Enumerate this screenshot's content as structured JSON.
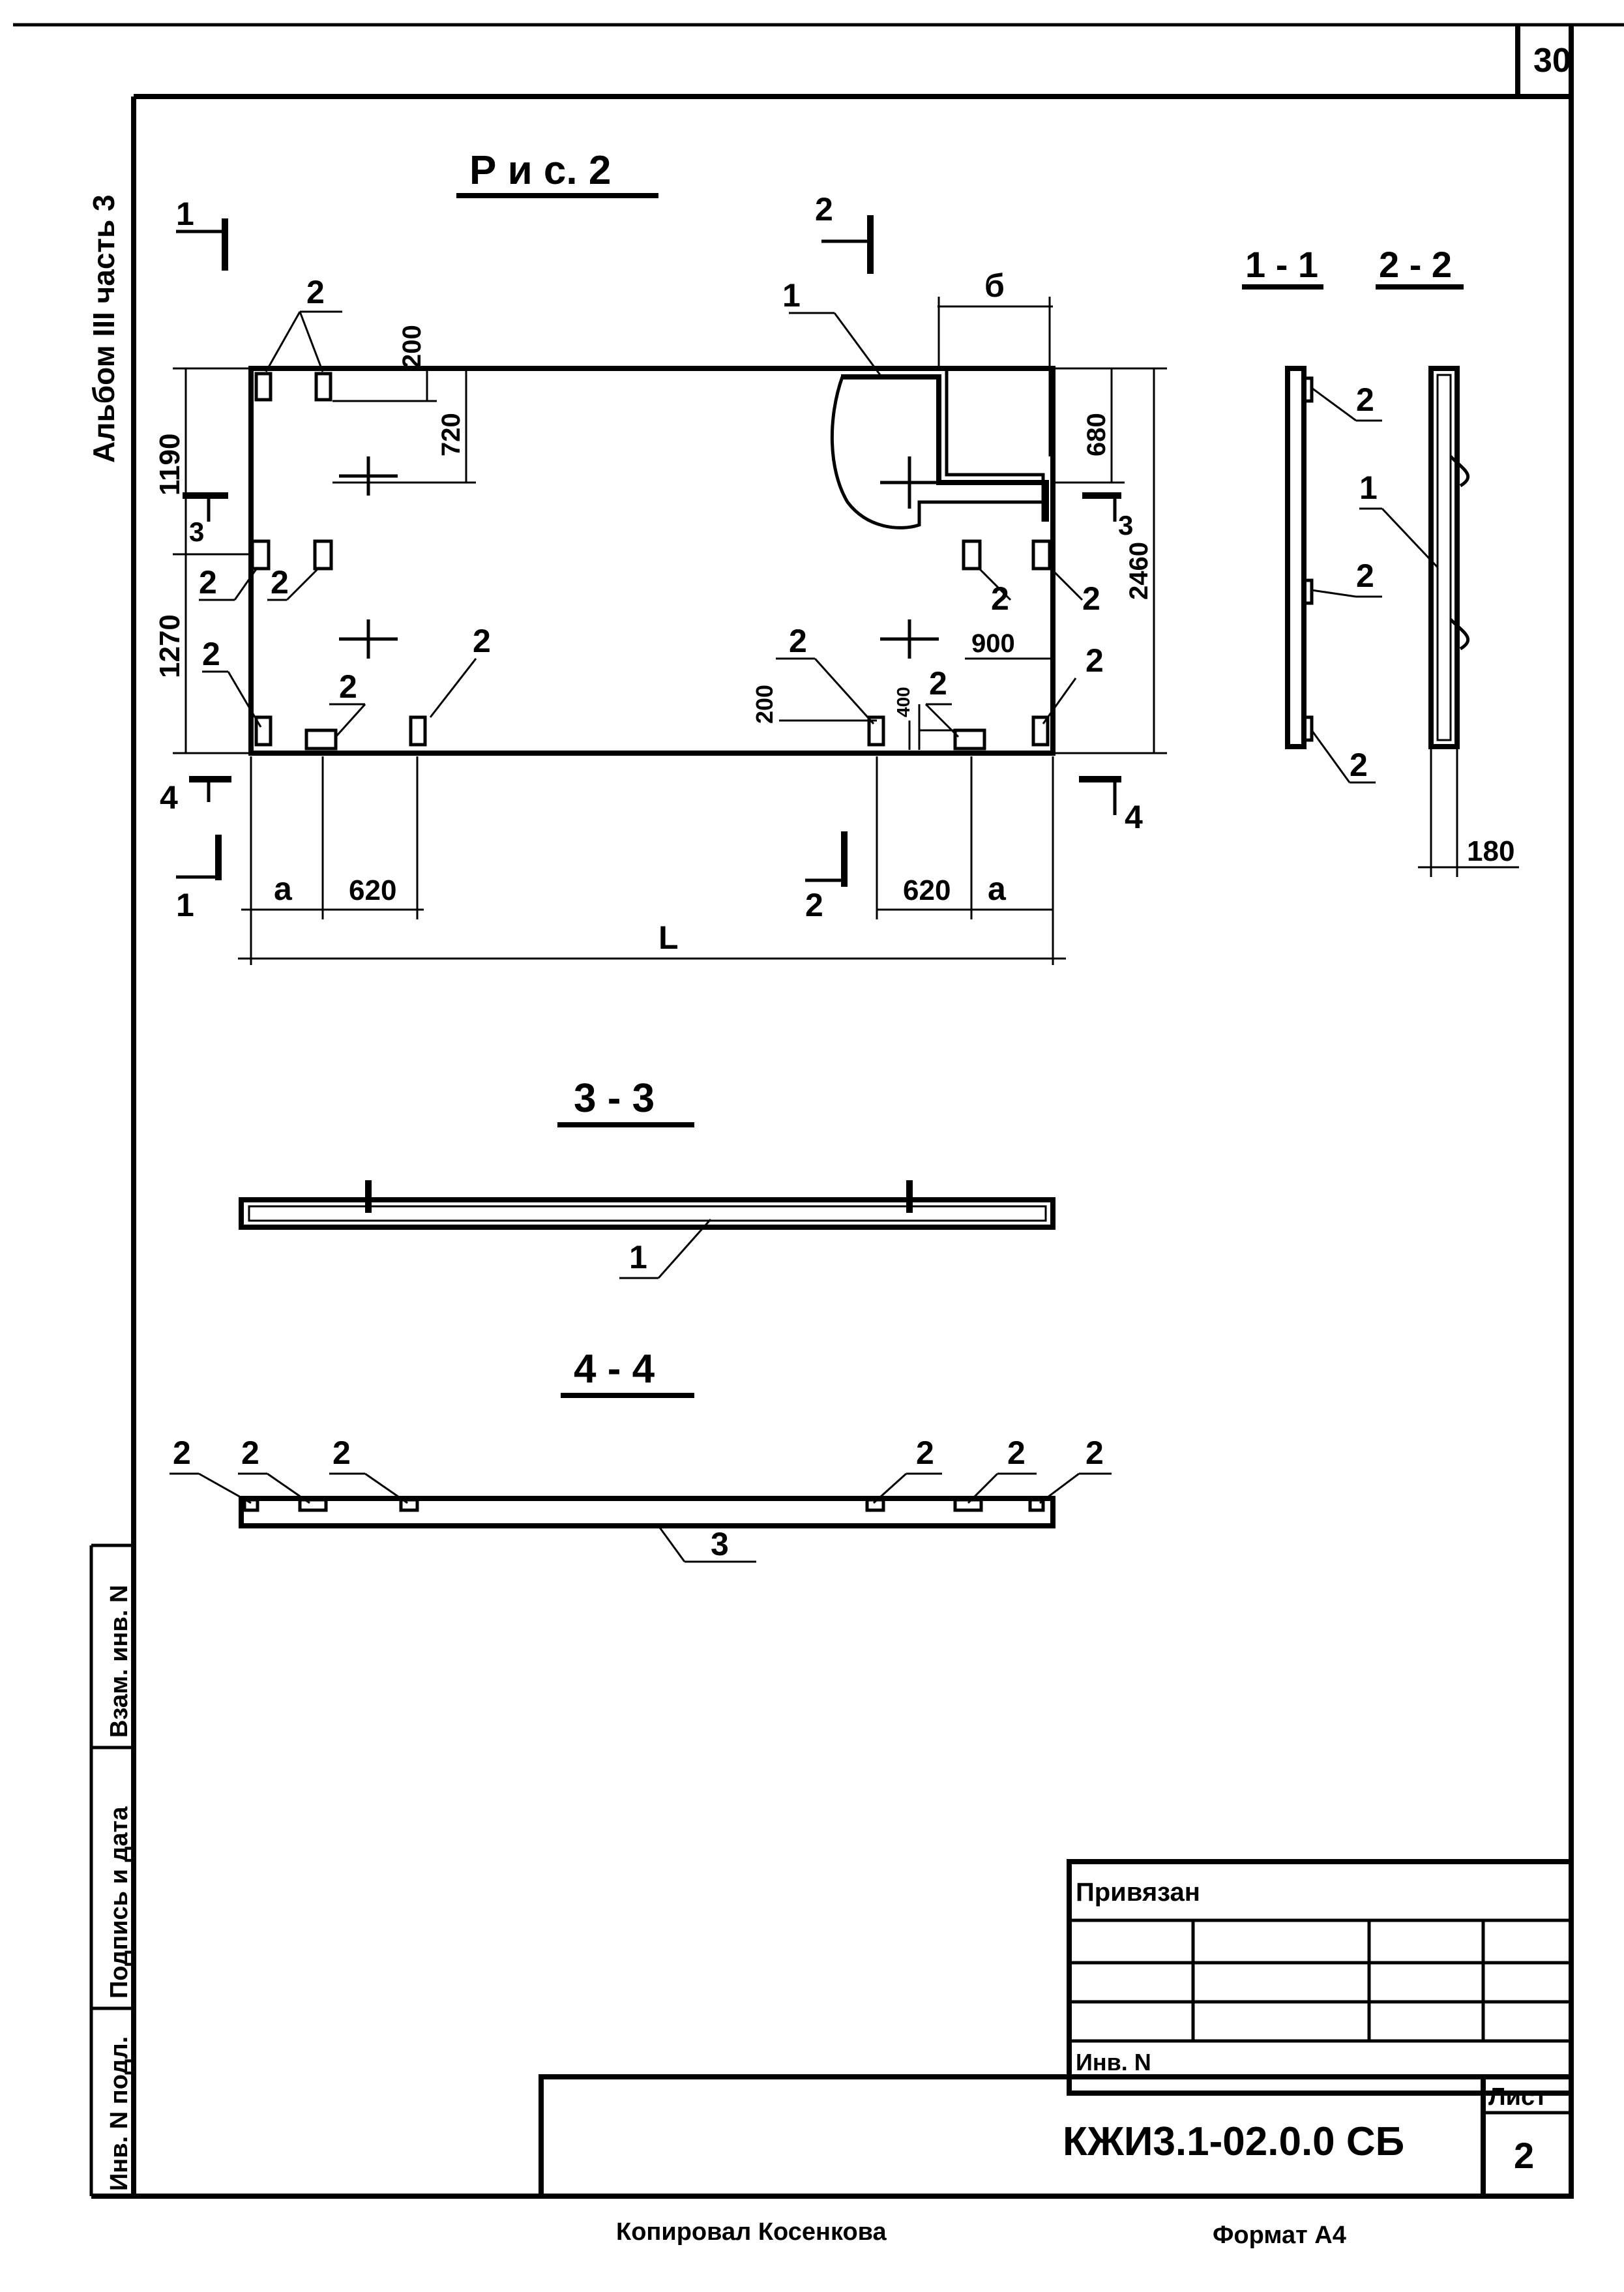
{
  "sheet": {
    "page_number": "30",
    "album_note": "Альбом III часть 3",
    "figure_title": "Р и с. 2",
    "copied_by": "Копировал   Косенкова",
    "format": "Формат А4"
  },
  "plan": {
    "section_marks": {
      "s1": "1",
      "s2": "2",
      "s3": "3",
      "s4": "4"
    },
    "callouts": {
      "item1": "1",
      "item2": "2"
    },
    "dims": {
      "d200_top": "200",
      "d720": "720",
      "d1190": "1190",
      "d1270": "1270",
      "d2460": "2460",
      "d680": "680",
      "d900": "900",
      "d200_bottom": "200",
      "d400": "400",
      "d620_left": "620",
      "d620_right": "620",
      "a_left": "a",
      "a_right": "a",
      "b": "б",
      "L": "L"
    }
  },
  "section_views": {
    "s11_title": "1 - 1",
    "s22_title": "2 - 2",
    "d180": "180",
    "s33_title": "3 - 3",
    "s44_title": "4 - 4",
    "item3": "3"
  },
  "left_stamp": {
    "inv_podl": "Инв. N подл.",
    "sign_date": "Подпись и дата",
    "vzam": "Взам. инв. N"
  },
  "title_block": {
    "privyazan": "Привязан",
    "inv_n": "Инв. N",
    "doc_code": "КЖИ3.1-02.0.0 СБ",
    "list_label": "Лист",
    "list_no": "2"
  }
}
